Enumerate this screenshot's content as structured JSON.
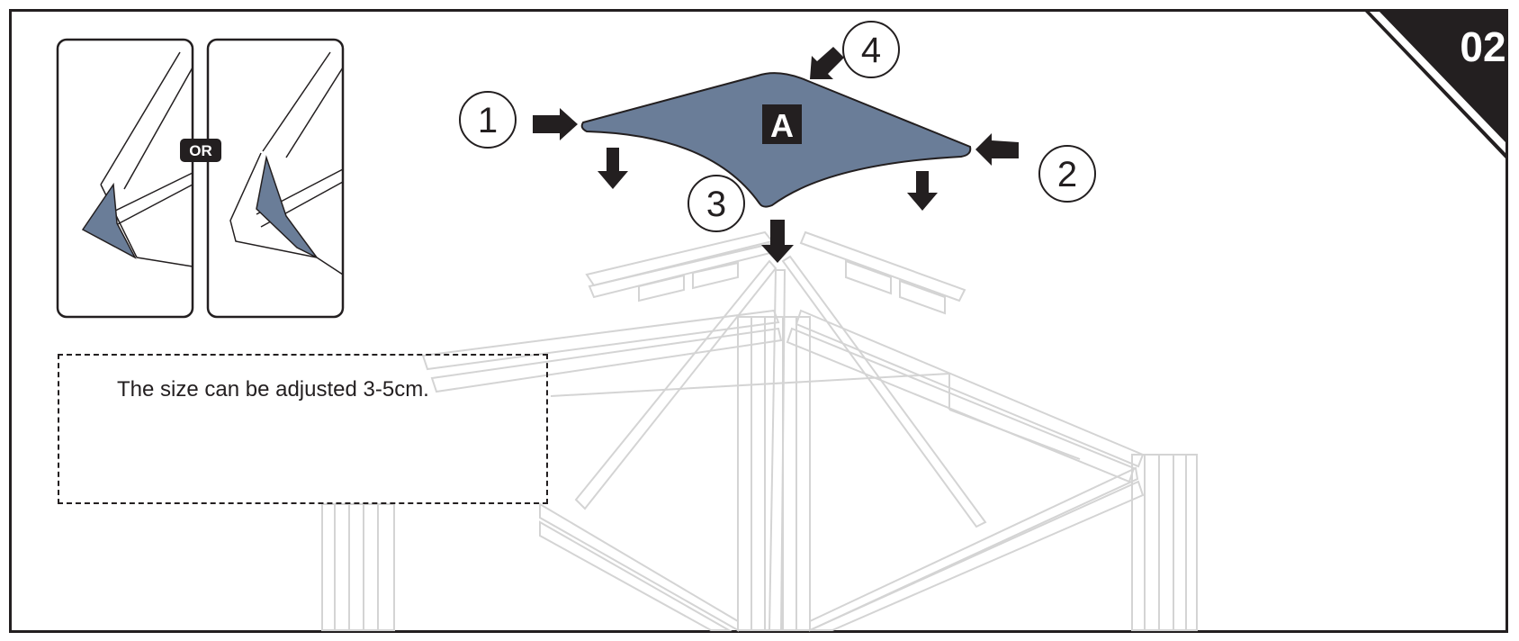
{
  "step": {
    "number": "02"
  },
  "inset": {
    "or_label": "OR"
  },
  "canopy": {
    "part_label": "A"
  },
  "callouts": [
    {
      "number": "1"
    },
    {
      "number": "2"
    },
    {
      "number": "3"
    },
    {
      "number": "4"
    }
  ],
  "note": {
    "text": "The size can be adjusted 3-5cm."
  },
  "colors": {
    "canopy_fill": "#6a7d98",
    "outline": "#231f20",
    "frame_lines": "#d4d4d4",
    "background": "#ffffff"
  }
}
